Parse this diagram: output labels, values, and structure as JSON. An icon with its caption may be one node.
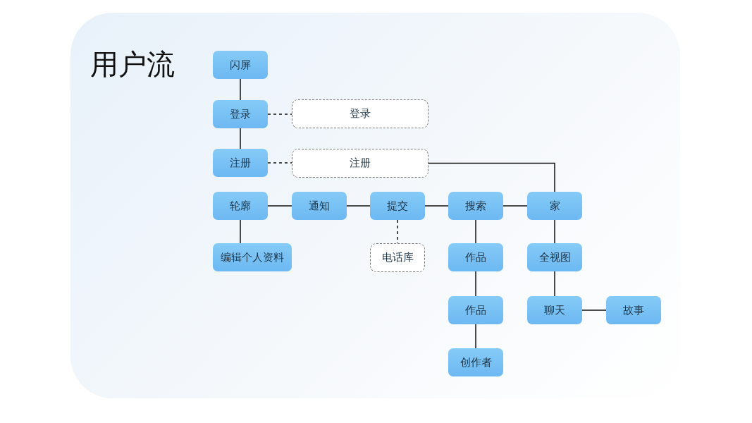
{
  "diagram": {
    "title": "用户流",
    "nodes": [
      {
        "text": [
          "闪屏"
        ]
      },
      {
        "text": [
          "登录"
        ]
      },
      {
        "text": [
          "登录"
        ]
      },
      {
        "text": [
          "注册"
        ]
      },
      {
        "text": [
          "注册"
        ]
      },
      {
        "text": [
          "轮廓"
        ]
      },
      {
        "text": [
          "通知"
        ]
      },
      {
        "text": [
          "提交"
        ]
      },
      {
        "text": [
          "搜索"
        ]
      },
      {
        "text": [
          "家"
        ]
      },
      {
        "text": [
          "编辑个人资料"
        ]
      },
      {
        "text": [
          "电话库"
        ]
      },
      {
        "text": [
          "作品"
        ]
      },
      {
        "text": [
          "全视图"
        ]
      },
      {
        "text": [
          "作品"
        ]
      },
      {
        "text": [
          "聊天"
        ]
      },
      {
        "text": [
          "故事"
        ]
      },
      {
        "text": [
          "创作者"
        ]
      }
    ],
    "edges": [
      {
        "from": 0,
        "to": 1,
        "arrow": "none"
      },
      {
        "from": 1,
        "to": 2,
        "arrow": "none",
        "style": "dashed"
      },
      {
        "from": 1,
        "to": 3,
        "arrow": "none"
      },
      {
        "from": 3,
        "to": 4,
        "arrow": "none",
        "style": "dashed"
      },
      {
        "from": 4,
        "to": 9,
        "arrow": "none"
      },
      {
        "from": 5,
        "to": 6,
        "arrow": "none"
      },
      {
        "from": 6,
        "to": 7,
        "arrow": "none"
      },
      {
        "from": 7,
        "to": 8,
        "arrow": "none"
      },
      {
        "from": 8,
        "to": 9,
        "arrow": "none"
      },
      {
        "from": 5,
        "to": 10,
        "arrow": "none"
      },
      {
        "from": 7,
        "to": 11,
        "arrow": "none",
        "style": "dashed"
      },
      {
        "from": 8,
        "to": 12,
        "arrow": "none"
      },
      {
        "from": 12,
        "to": 14,
        "arrow": "none"
      },
      {
        "from": 14,
        "to": 17,
        "arrow": "none"
      },
      {
        "from": 9,
        "to": 13,
        "arrow": "none"
      },
      {
        "from": 13,
        "to": 15,
        "arrow": "none"
      },
      {
        "from": 15,
        "to": 16,
        "arrow": "none"
      }
    ]
  }
}
